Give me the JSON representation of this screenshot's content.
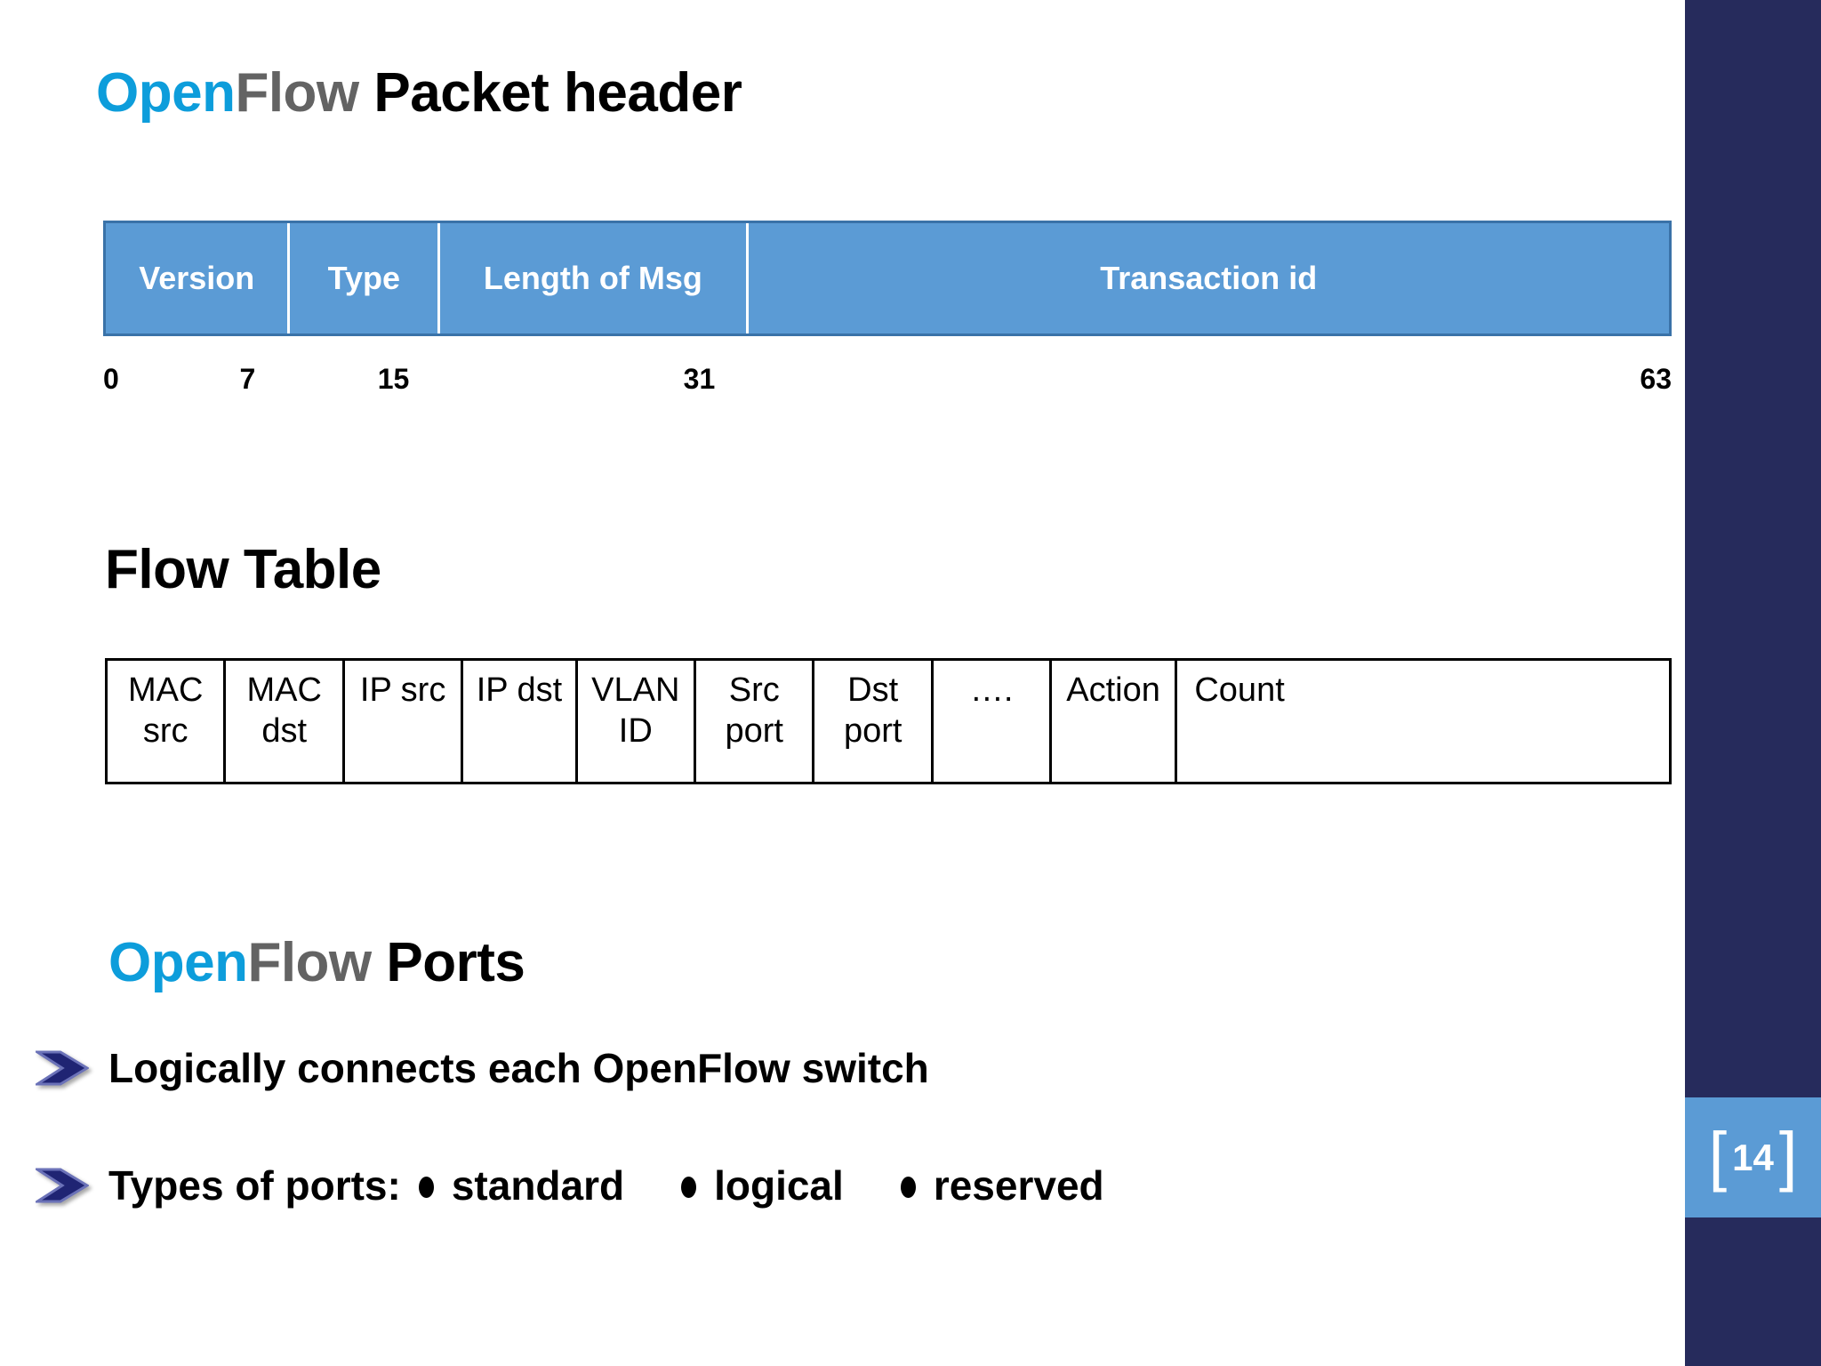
{
  "slide": {
    "page_number": "14",
    "brand": {
      "open": "Open",
      "flow": "Flow",
      "accent_blue": "#0d9ddb",
      "gray": "#636363"
    },
    "sidebar_color": "#262b5c",
    "badge_color": "#5b9bd5",
    "bracket_left": "[",
    "bracket_right": "]"
  },
  "headings": {
    "packet_header_rest": " Packet header",
    "flow_table": "Flow Table",
    "ports_rest": " Ports"
  },
  "packet_header": {
    "table_fill": "#5b9bd5",
    "table_border": "#3a72a8",
    "fields": [
      {
        "label": "Version",
        "width_pct": 11.8
      },
      {
        "label": "Type",
        "width_pct": 9.6
      },
      {
        "label": "Length of Msg",
        "width_pct": 19.7
      },
      {
        "label": "Transaction id",
        "width_pct": 58.9
      }
    ],
    "bit_labels": [
      {
        "text": "0",
        "left_pct": 0.0,
        "align": "left"
      },
      {
        "text": "7",
        "left_pct": 8.7,
        "align": "left"
      },
      {
        "text": "15",
        "left_pct": 17.5,
        "align": "left"
      },
      {
        "text": "31",
        "left_pct": 37.0,
        "align": "left"
      },
      {
        "text": "63",
        "left_pct": 100.0,
        "align": "right"
      }
    ]
  },
  "flow_table": {
    "columns": [
      {
        "line1": "MAC",
        "line2": "src",
        "width_pct": 7.6
      },
      {
        "line1": "MAC",
        "line2": "dst",
        "width_pct": 7.6
      },
      {
        "line1": "IP src",
        "line2": "",
        "width_pct": 7.6
      },
      {
        "line1": "IP dst",
        "line2": "",
        "width_pct": 7.3
      },
      {
        "line1": "VLAN",
        "line2": "ID",
        "width_pct": 7.6
      },
      {
        "line1": "Src",
        "line2": "port",
        "width_pct": 7.6
      },
      {
        "line1": "Dst",
        "line2": "port",
        "width_pct": 7.6
      },
      {
        "line1": "….",
        "line2": "",
        "width_pct": 7.6
      },
      {
        "line1": "Action",
        "line2": "",
        "width_pct": 8.0
      },
      {
        "line1": "Count",
        "line2": "",
        "width_pct": 8.0
      }
    ]
  },
  "bullets": [
    {
      "text": "Logically connects each OpenFlow switch"
    },
    {
      "prefix": "Types of ports:",
      "items": [
        "standard",
        "logical",
        "reserved"
      ]
    }
  ]
}
